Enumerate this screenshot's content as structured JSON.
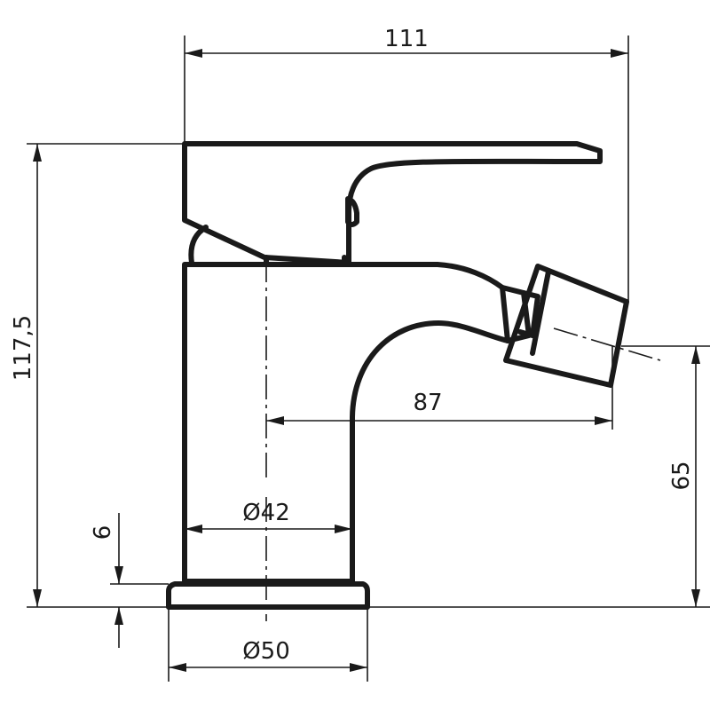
{
  "dimensions": {
    "width_total": "111",
    "height_total": "117,5",
    "spout_reach": "87",
    "spout_height": "65",
    "body_diameter": "Ø42",
    "base_diameter": "Ø50",
    "base_thickness": "6"
  },
  "colors": {
    "line": "#1a1a1a",
    "background": "#ffffff"
  }
}
